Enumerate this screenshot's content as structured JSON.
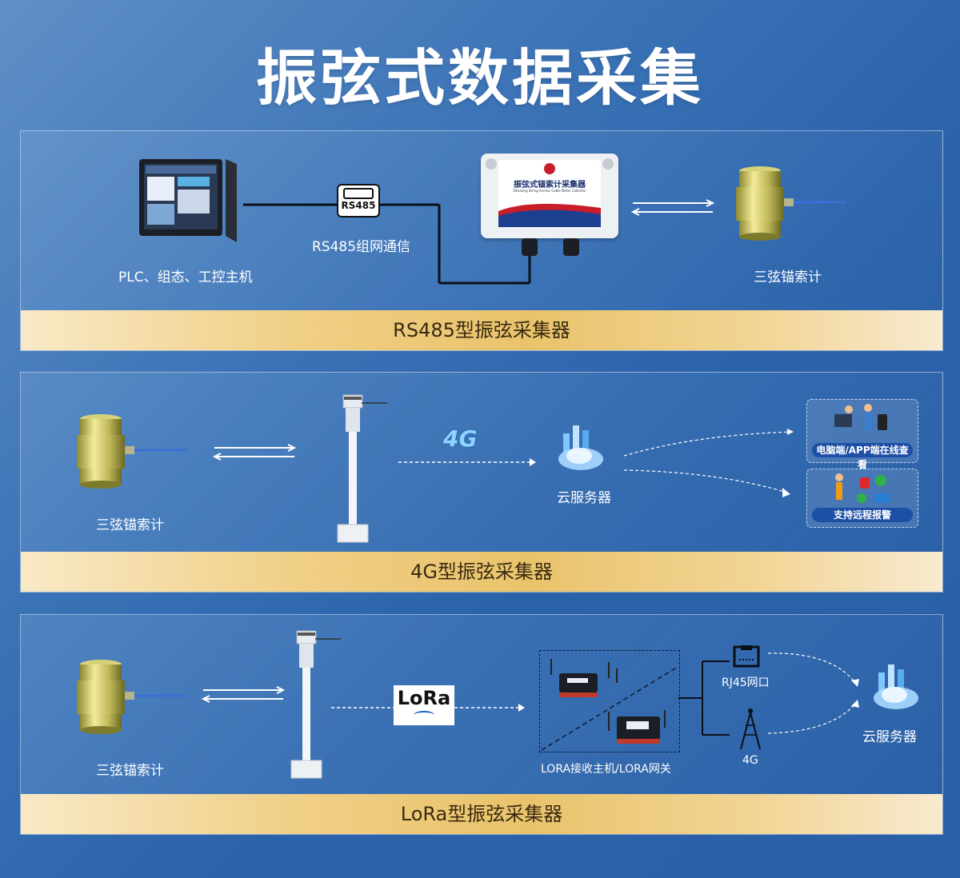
{
  "title": "振弦式数据采集",
  "panel1": {
    "footer": "RS485型振弦采集器",
    "plc_label": "PLC、组态、工控主机",
    "rs485_badge": "RS485",
    "rs485_label": "RS485组网通信",
    "collector_title": "振弦式锚索计采集器",
    "collector_subtitle": "Vibrating String Anchor Cable Meter Collector",
    "sensor_label": "三弦锚索计"
  },
  "panel2": {
    "footer": "4G型振弦采集器",
    "sensor_label": "三弦锚索计",
    "fourg_logo": "4G",
    "cloud_label": "云服务器",
    "badge_view": "电脑端/APP端在线查看",
    "badge_alarm": "支持远程报警"
  },
  "panel3": {
    "footer": "LoRa型振弦采集器",
    "sensor_label": "三弦锚索计",
    "lora_logo": "LoRa",
    "gateway_label": "LORA接收主机/LORA网关",
    "rj45_label": "RJ45网口",
    "fourg_label": "4G",
    "cloud_label": "云服务器"
  }
}
